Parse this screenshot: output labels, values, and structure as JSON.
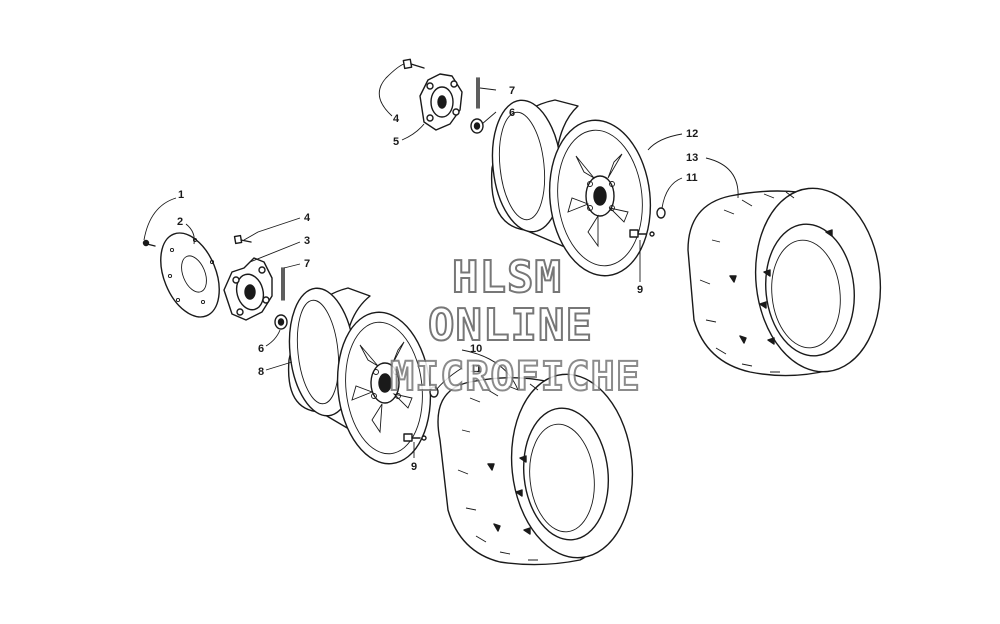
{
  "watermark": {
    "line1": "HLSM",
    "line2": "ONLINE",
    "line3": "MICROFICHE"
  },
  "callouts": [
    {
      "id": "c1",
      "label": "1"
    },
    {
      "id": "c2",
      "label": "2"
    },
    {
      "id": "c4a",
      "label": "4"
    },
    {
      "id": "c3",
      "label": "3"
    },
    {
      "id": "c7a",
      "label": "7"
    },
    {
      "id": "c6a",
      "label": "6"
    },
    {
      "id": "c8",
      "label": "8"
    },
    {
      "id": "c10",
      "label": "10"
    },
    {
      "id": "c11a",
      "label": "11"
    },
    {
      "id": "c9a",
      "label": "9"
    },
    {
      "id": "c4b",
      "label": "4"
    },
    {
      "id": "c5",
      "label": "5"
    },
    {
      "id": "c7b",
      "label": "7"
    },
    {
      "id": "c6b",
      "label": "6"
    },
    {
      "id": "c12",
      "label": "12"
    },
    {
      "id": "c13",
      "label": "13"
    },
    {
      "id": "c11b",
      "label": "11"
    },
    {
      "id": "c9b",
      "label": "9"
    }
  ]
}
